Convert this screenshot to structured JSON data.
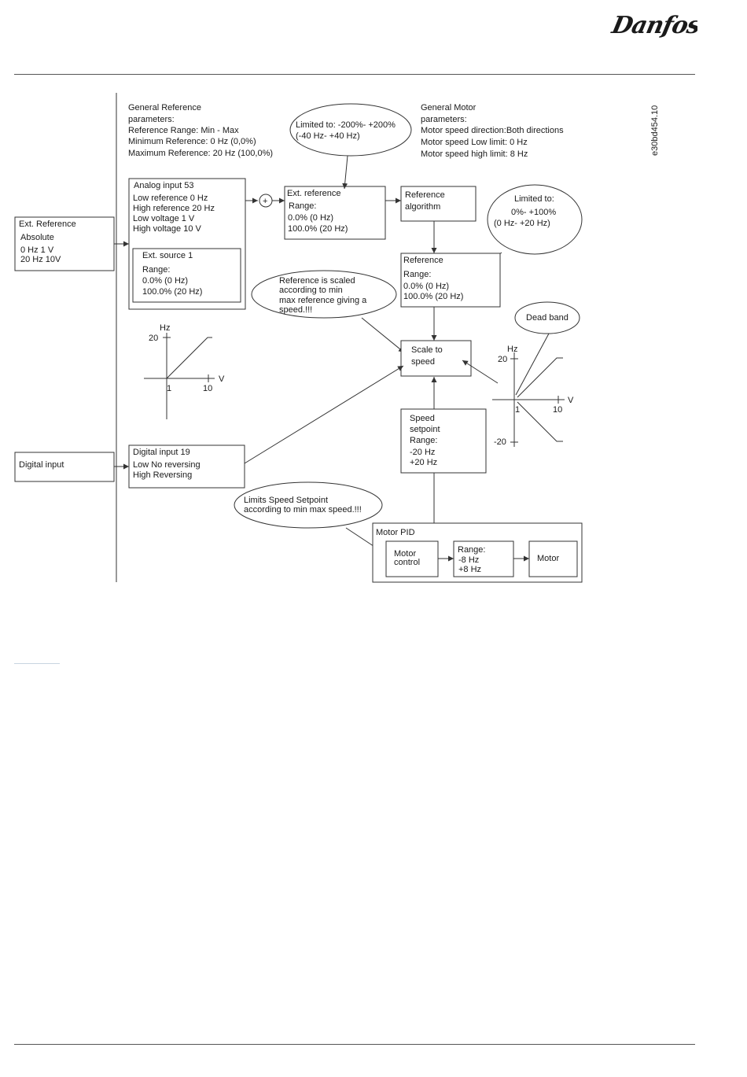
{
  "brand": {
    "logo_text": "Danfoss"
  },
  "diagram": {
    "code": "e30bd454.10",
    "general_reference": [
      "General Reference",
      "parameters:",
      "Reference Range: Min - Max",
      "Minimum Reference: 0 Hz (0,0%)",
      "Maximum Reference: 20 Hz (100,0%)"
    ],
    "general_motor": [
      "General Motor",
      "parameters:",
      "Motor speed direction:Both directions",
      "Motor speed Low limit: 0 Hz",
      "Motor speed high limit: 8 Hz"
    ],
    "ext_reference_box": [
      "Ext. Reference",
      "Absolute",
      "0 Hz  1 V",
      "20 Hz  10V"
    ],
    "analog_input_box": [
      "Analog input 53",
      "Low reference 0 Hz",
      "High reference 20 Hz",
      "Low voltage 1 V",
      "High voltage 10 V"
    ],
    "ext_source_box": [
      "Ext. source 1",
      "Range:",
      "0.0% (0 Hz)",
      "100.0% (20 Hz)"
    ],
    "sum_symbol": "+",
    "ext_ref_box": [
      "Ext. reference",
      "Range:",
      "0.0% (0 Hz)",
      "100.0% (20 Hz)"
    ],
    "ref_algorithm_box": [
      "Reference",
      "algorithm"
    ],
    "reference_box": [
      "Reference",
      "Range:",
      "0.0% (0 Hz)",
      "100.0% (20 Hz)"
    ],
    "limited_callout_1": [
      "Limited to: -200%- +200%",
      "(-40 Hz- +40 Hz)"
    ],
    "limited_callout_2": [
      "Limited to:",
      "0%- +100%",
      "(0 Hz- +20 Hz)"
    ],
    "scaled_callout": [
      "Reference is scaled",
      "according to min",
      "max reference giving a",
      "speed.!!!"
    ],
    "dead_band_callout": "Dead band",
    "scale_box": [
      "Scale to",
      "speed"
    ],
    "speed_setpoint_box": [
      "Speed",
      "setpoint",
      "Range:",
      "-20 Hz",
      "+20 Hz"
    ],
    "digital_input_box": "Digital input",
    "digital_input19_box": [
      "Digital input 19",
      "Low   No reversing",
      "High  Reversing"
    ],
    "limits_callout": [
      "Limits Speed Setpoint",
      "according to min max speed.!!!"
    ],
    "motor_pid_label": "Motor PID",
    "motor_control_box": [
      "Motor",
      "control"
    ],
    "range_box": [
      "Range:",
      "-8 Hz",
      "+8 Hz"
    ],
    "motor_box": "Motor",
    "graph1": {
      "y_label": "Hz",
      "y_tick": "20",
      "x_label": "V",
      "x_tick_1": "1",
      "x_tick_2": "10"
    },
    "graph2": {
      "y_label": "Hz",
      "y_tick_top": "20",
      "y_tick_bottom": "-20",
      "x_label": "V",
      "x_tick_1": "1",
      "x_tick_2": "10"
    }
  }
}
